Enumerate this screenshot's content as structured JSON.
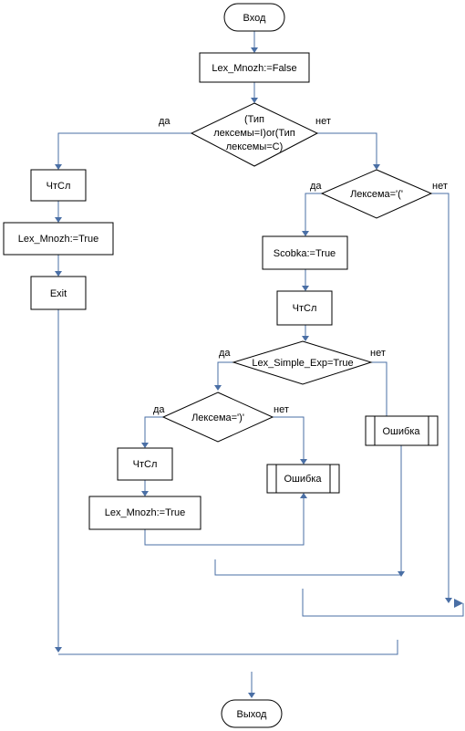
{
  "diagram": {
    "start": "Вход",
    "end": "Выход",
    "assign_false": "Lex_Mnozh:=False",
    "cond_type": [
      "(Тип",
      "лексемы=I)or(Тип",
      "лексемы=C)"
    ],
    "read_left": "ЧтСл",
    "assign_true_left": "Lex_Mnozh:=True",
    "exit": "Exit",
    "cond_paren": "Лексема='('",
    "scobka": "Scobka:=True",
    "read_mid": "ЧтСл",
    "cond_simple": "Lex_Simple_Exp=True",
    "cond_close": "Лексема=')'",
    "read_inner": "ЧтСл",
    "assign_true_inner": "Lex_Mnozh:=True",
    "error_mid": "Ошибка",
    "error_right": "Ошибка",
    "yes": "да",
    "no": "нет"
  },
  "colors": {
    "connector": "#4a6fa5",
    "shape_border": "#000000"
  }
}
